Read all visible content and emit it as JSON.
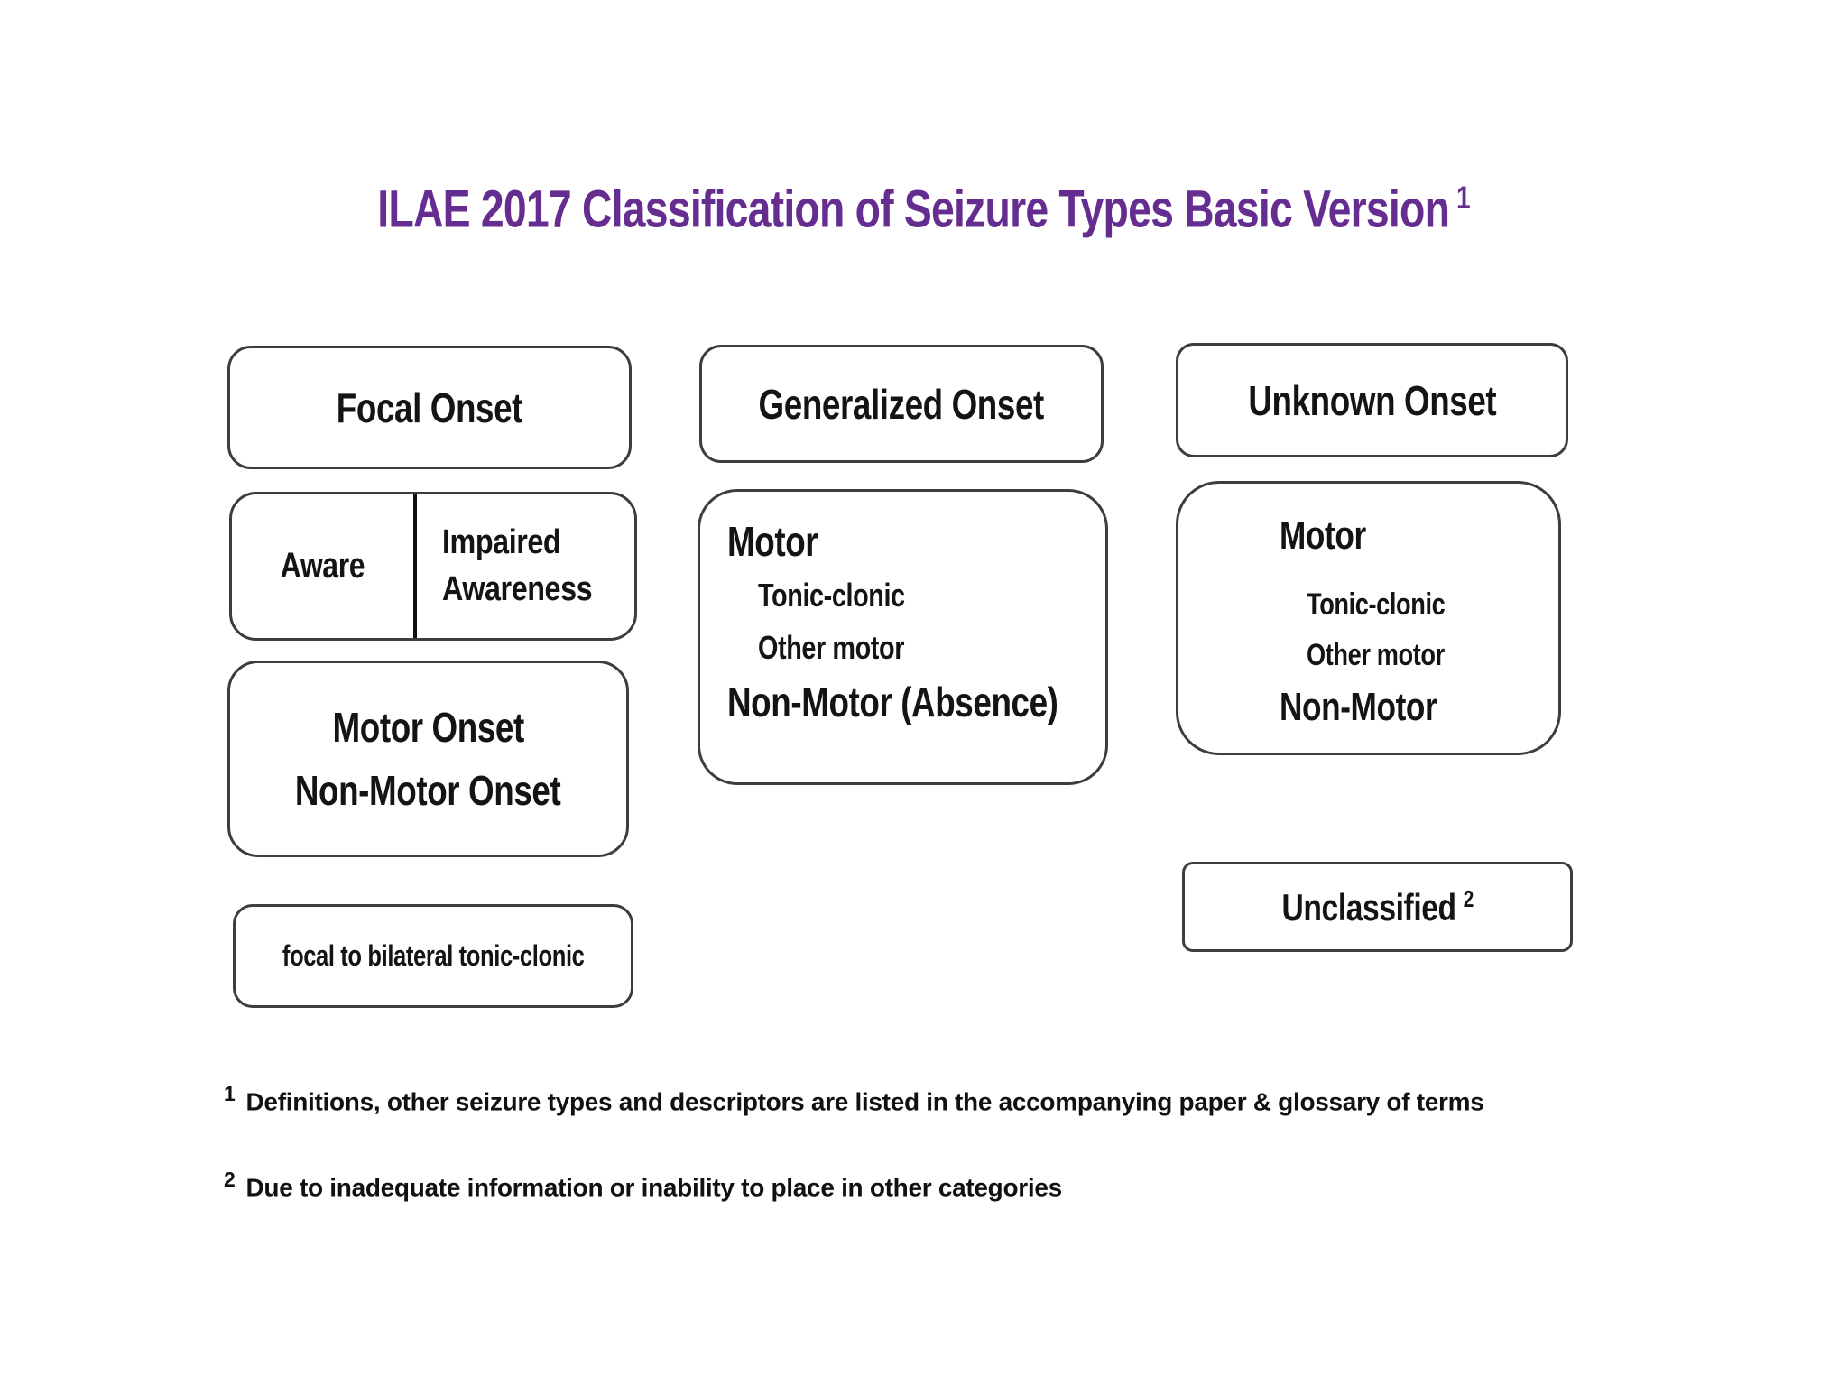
{
  "title": {
    "text": "ILAE 2017 Classification of Seizure Types Basic Version",
    "sup": "1"
  },
  "focal": {
    "header": "Focal Onset",
    "aware": "Aware",
    "impaired": "Impaired Awareness",
    "motor_onset": "Motor Onset",
    "non_motor_onset": "Non-Motor Onset",
    "bilateral": "focal to bilateral tonic-clonic"
  },
  "generalized": {
    "header": "Generalized Onset",
    "motor": "Motor",
    "items": [
      "Tonic-clonic",
      "Other motor"
    ],
    "non_motor": "Non-Motor (Absence)"
  },
  "unknown": {
    "header": "Unknown Onset",
    "motor": "Motor",
    "items": [
      "Tonic-clonic",
      "Other motor"
    ],
    "non_motor": "Non-Motor",
    "unclassified": "Unclassified",
    "unclassified_sup": "2"
  },
  "footnotes": [
    {
      "sup": "1",
      "text": "Definitions, other seizure types and descriptors are listed in the accompanying paper & glossary of terms"
    },
    {
      "sup": "2",
      "text": "Due to inadequate information or inability to place in other categories"
    }
  ],
  "colors": {
    "title_purple": "#662d91",
    "text": "#141414",
    "border": "#3d3d3d",
    "background": "#ffffff"
  }
}
